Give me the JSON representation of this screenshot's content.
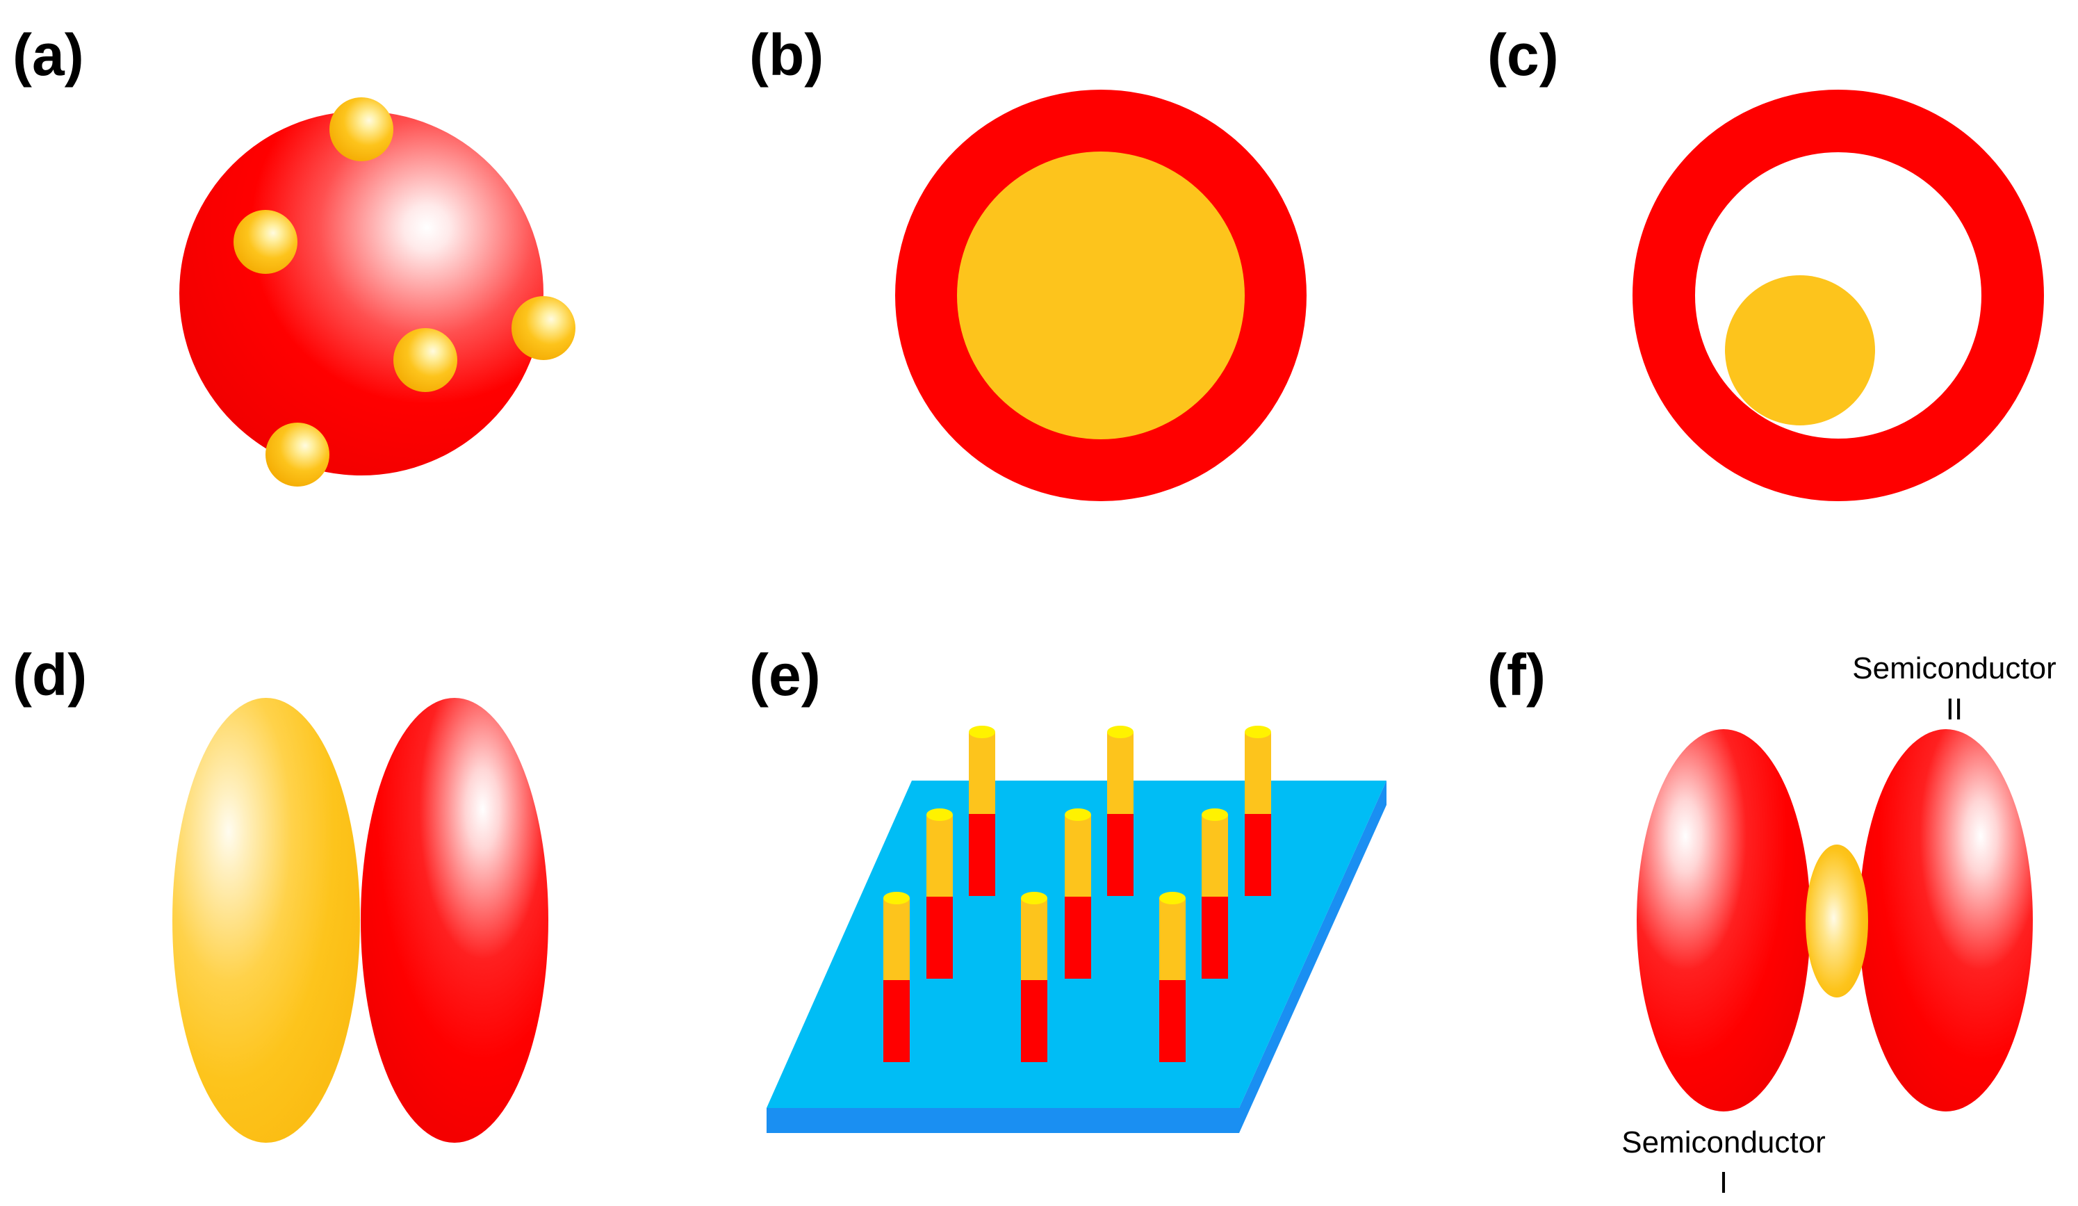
{
  "panels": [
    {
      "id": "a",
      "label": "(a)"
    },
    {
      "id": "b",
      "label": "(b)"
    },
    {
      "id": "c",
      "label": "(c)"
    },
    {
      "id": "d",
      "label": "(d)"
    },
    {
      "id": "e",
      "label": "(e)"
    },
    {
      "id": "f",
      "label": "(f)"
    }
  ],
  "annotations": {
    "semiconductor_ii": {
      "line1": "Semiconductor",
      "line2": "II"
    },
    "semiconductor_i": {
      "line1": "Semiconductor",
      "line2": "I"
    }
  },
  "colors": {
    "semiconductor_red": "#ff0000",
    "metal_gold": "#fdc41c",
    "gold_highlight": "#fffbd6",
    "red_highlight": "#ffffff",
    "substrate_top": "#00bdf5",
    "substrate_edge": "#1a8ff2",
    "rod_cap": "#fff200",
    "background": "#ffffff"
  }
}
